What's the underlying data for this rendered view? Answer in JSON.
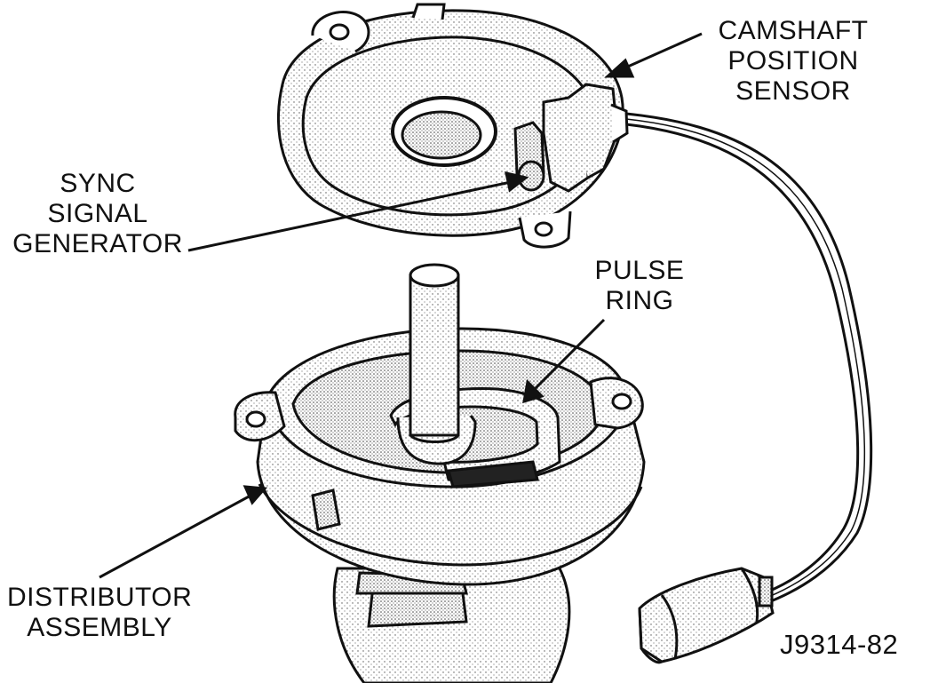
{
  "colors": {
    "ink": "#111111",
    "paper": "#ffffff",
    "shade": "#d8d8d8"
  },
  "labels": {
    "camshaft_sensor": {
      "line1": "CAMSHAFT",
      "line2": "POSITION",
      "line3": "SENSOR"
    },
    "sync_generator": {
      "line1": "SYNC",
      "line2": "SIGNAL",
      "line3": "GENERATOR"
    },
    "pulse_ring": {
      "line1": "PULSE",
      "line2": "RING"
    },
    "distributor": {
      "line1": "DISTRIBUTOR",
      "line2": "ASSEMBLY"
    }
  },
  "figure_id": "J9314-82"
}
